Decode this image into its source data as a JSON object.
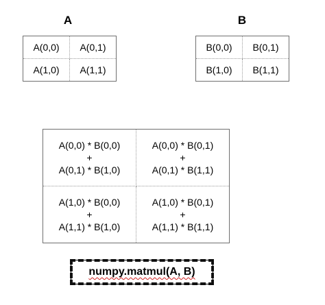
{
  "matrix_a": {
    "label": "A",
    "cells": [
      [
        "A(0,0)",
        "A(0,1)"
      ],
      [
        "A(1,0)",
        "A(1,1)"
      ]
    ]
  },
  "matrix_b": {
    "label": "B",
    "cells": [
      [
        "B(0,0)",
        "B(0,1)"
      ],
      [
        "B(1,0)",
        "B(1,1)"
      ]
    ]
  },
  "result": {
    "cells": [
      [
        {
          "line1": "A(0,0) * B(0,0)",
          "op": "+",
          "line2": "A(0,1) * B(1,0)"
        },
        {
          "line1": "A(0,0) * B(0,1)",
          "op": "+",
          "line2": "A(0,1) * B(1,1)"
        }
      ],
      [
        {
          "line1": "A(1,0) * B(0,0)",
          "op": "+",
          "line2": "A(1,1) * B(1,0)"
        },
        {
          "line1": "A(1,0) * B(0,1)",
          "op": "+",
          "line2": "A(1,1) * B(1,1)"
        }
      ]
    ]
  },
  "caption": "numpy.matmul(A, B)"
}
